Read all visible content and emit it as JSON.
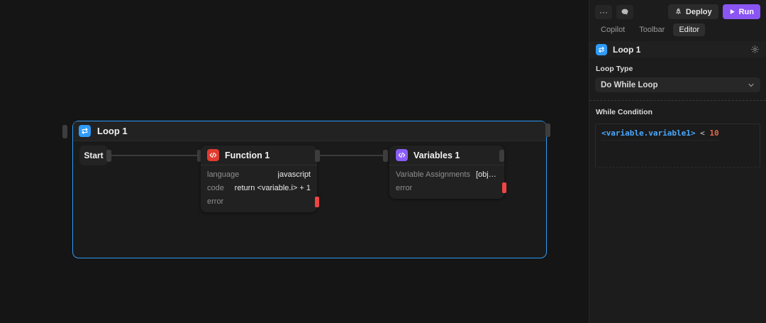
{
  "topbar": {
    "more_label": "···",
    "deploy_label": "Deploy",
    "run_label": "Run"
  },
  "tabs": {
    "copilot": "Copilot",
    "toolbar": "Toolbar",
    "editor": "Editor"
  },
  "inspector": {
    "title": "Loop 1",
    "loop_type_label": "Loop Type",
    "loop_type_value": "Do While Loop",
    "while_condition_label": "While Condition",
    "condition": {
      "lhs": "<variable.variable1>",
      "op": "<",
      "rhs": "10"
    }
  },
  "canvas": {
    "group_title": "Loop 1",
    "start_title": "Start",
    "function_node": {
      "title": "Function 1",
      "rows": [
        {
          "label": "language",
          "value": "javascript"
        },
        {
          "label": "code",
          "value": "return <variable.i> + 1"
        },
        {
          "label": "error",
          "value": ""
        }
      ]
    },
    "variables_node": {
      "title": "Variables 1",
      "rows": [
        {
          "label": "Variable Assignments",
          "value": "[object Obje…"
        },
        {
          "label": "error",
          "value": ""
        }
      ]
    }
  },
  "icons": {
    "code_glyph": "</>"
  },
  "colors": {
    "loop_accent": "#2f9bf7",
    "function_accent": "#e03b30",
    "variables_accent": "#8b5cf6",
    "run_button": "#8a55f2",
    "error_handle": "#ef4444"
  }
}
